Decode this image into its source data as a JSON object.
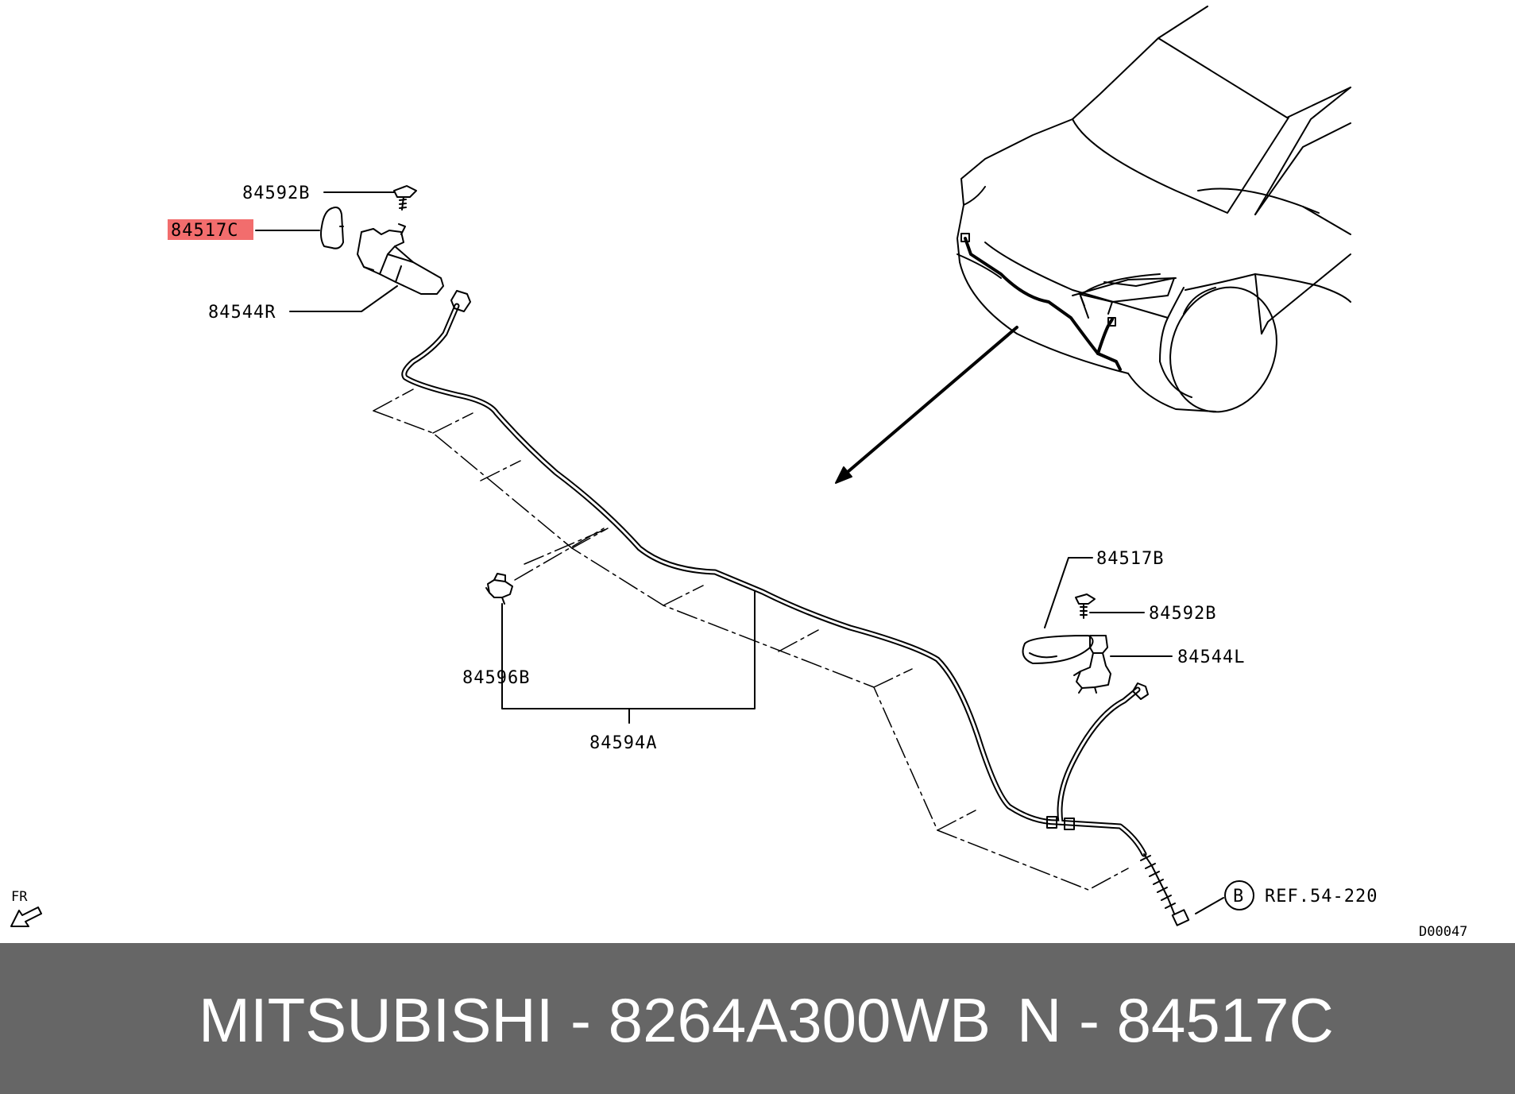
{
  "diagram": {
    "labels": {
      "p84592B_top": "84592B",
      "p84517C": "84517C",
      "p84544R": "84544R",
      "p84596B": "84596B",
      "p84594A": "84594A",
      "p84517B": "84517B",
      "p84592B_right": "84592B",
      "p84544L": "84544L",
      "ref_circle": "B",
      "ref": "REF.54-220",
      "fr": "FR",
      "code": "D00047"
    },
    "highlight_color": "#f26d6d"
  },
  "footer": {
    "brand_part": "MITSUBISHI - 8264A300WB",
    "ref_part": "N - 84517C"
  }
}
